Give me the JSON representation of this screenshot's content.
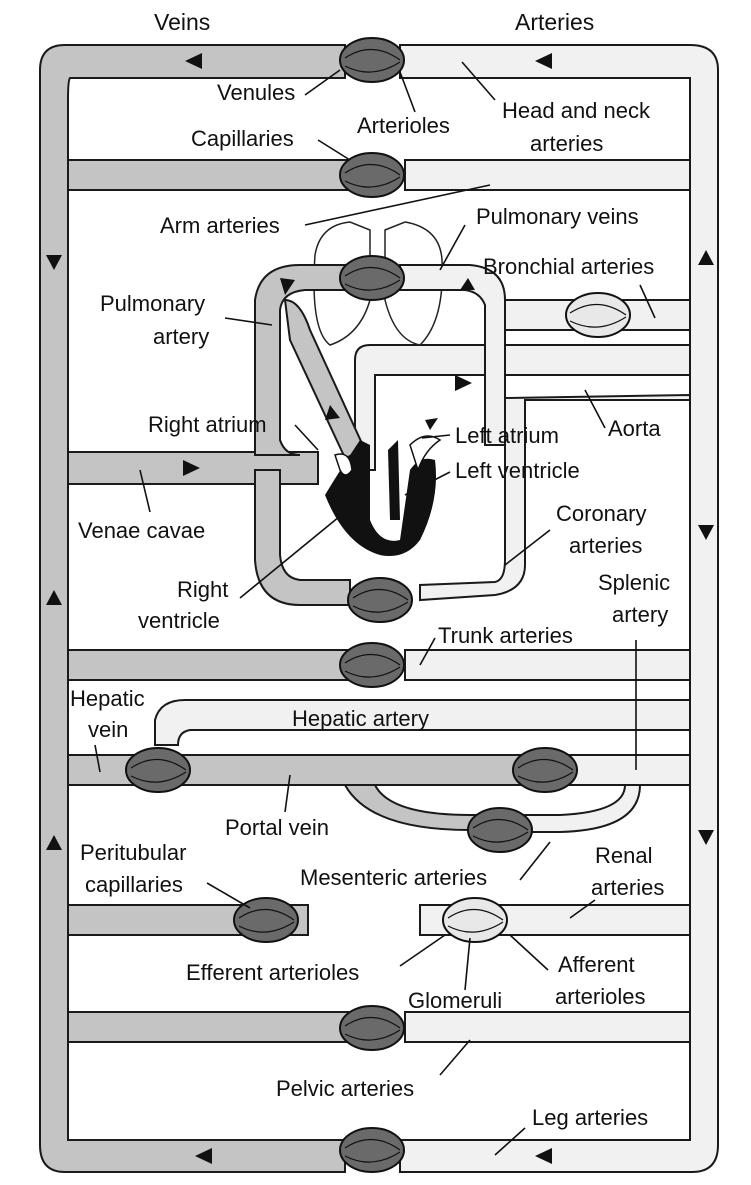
{
  "headers": {
    "veins": "Veins",
    "arteries": "Arteries"
  },
  "labels": {
    "venules": "Venules",
    "arterioles": "Arterioles",
    "head_neck_1": "Head and neck",
    "head_neck_2": "arteries",
    "capillaries": "Capillaries",
    "arm_arteries": "Arm arteries",
    "pulmonary_veins": "Pulmonary veins",
    "bronchial_arteries": "Bronchial arteries",
    "pulmonary_artery_1": "Pulmonary",
    "pulmonary_artery_2": "artery",
    "right_atrium": "Right atrium",
    "left_atrium": "Left atrium",
    "aorta": "Aorta",
    "left_ventricle": "Left ventricle",
    "venae_cavae": "Venae cavae",
    "coronary_1": "Coronary",
    "coronary_2": "arteries",
    "right_ventricle_1": "Right",
    "right_ventricle_2": "ventricle",
    "splenic_1": "Splenic",
    "splenic_2": "artery",
    "trunk_arteries": "Trunk arteries",
    "hepatic_vein_1": "Hepatic",
    "hepatic_vein_2": "vein",
    "hepatic_artery": "Hepatic artery",
    "portal_vein": "Portal vein",
    "peritubular_1": "Peritubular",
    "peritubular_2": "capillaries",
    "mesenteric_arteries": "Mesenteric arteries",
    "renal_1": "Renal",
    "renal_2": "arteries",
    "efferent_arterioles": "Efferent arterioles",
    "afferent_1": "Afferent",
    "afferent_2": "arterioles",
    "glomeruli": "Glomeruli",
    "pelvic_arteries": "Pelvic arteries",
    "leg_arteries": "Leg arteries"
  }
}
